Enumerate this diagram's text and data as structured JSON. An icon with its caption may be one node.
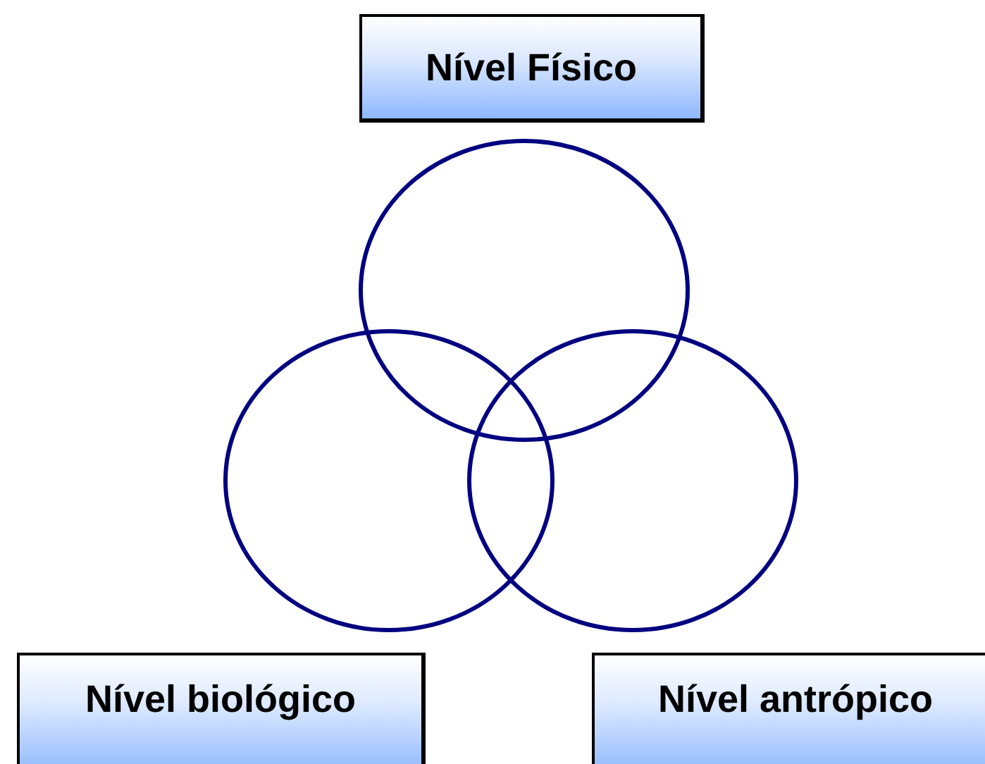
{
  "diagram": {
    "nodes": [
      {
        "text": [
          "Nível Físico"
        ]
      },
      {
        "text": [],
        "shape": "circle"
      },
      {
        "text": [],
        "shape": "circle"
      },
      {
        "text": [],
        "shape": "circle"
      },
      {
        "text": [
          "Nível biológico"
        ]
      },
      {
        "text": [
          "Nível antrópico"
        ]
      }
    ]
  }
}
